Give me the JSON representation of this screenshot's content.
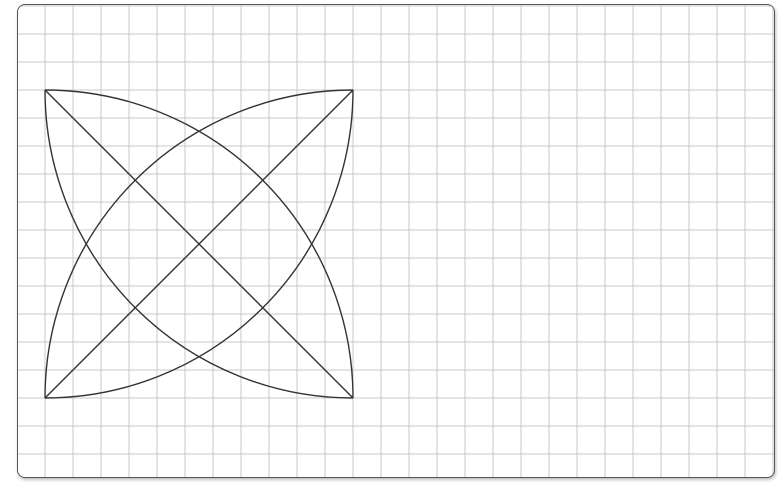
{
  "board": {
    "grid_color": "#c8c8c8",
    "border_color": "#555555",
    "stroke_color": "#333333",
    "background": "#ffffff"
  },
  "figure": {
    "description_shape": "square",
    "arcs": 4,
    "diagonals": 2
  }
}
